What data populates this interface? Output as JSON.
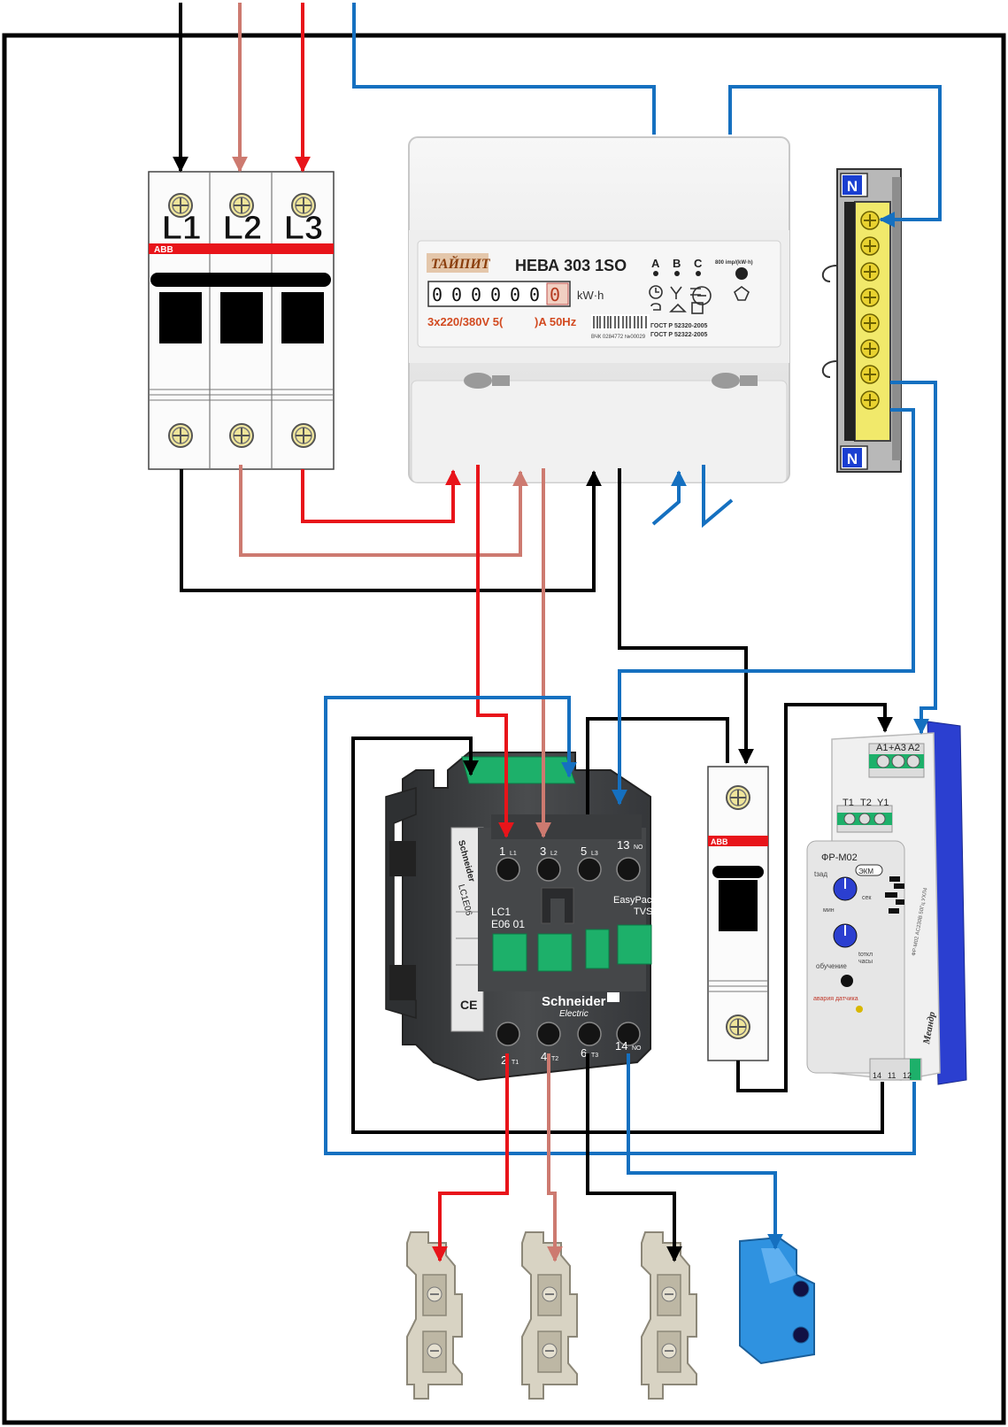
{
  "breaker3p": {
    "brand": "ABB",
    "labels": [
      "L1",
      "L2",
      "L3"
    ]
  },
  "meter": {
    "logo": "ТАЙПИТ",
    "model": "НЕВА 303 1SO",
    "digits": [
      "0",
      "0",
      "0",
      "0",
      "0",
      "0",
      "0"
    ],
    "unit": "kW·h",
    "rating_left": "3x220/380V 5(",
    "rating_right": ")A 50Hz",
    "phases": [
      "A",
      "B",
      "C"
    ],
    "impulses": "800 imp/(kW·h)",
    "gost1": "ГОСТ Р 52320-2005",
    "gost2": "ГОСТ Р 52322-2005",
    "serial": "ВЧК 0284772 №00029"
  },
  "neutral_bus": {
    "top_label": "N",
    "bottom_label": "N"
  },
  "contactor": {
    "top_terminals": [
      {
        "num": "1",
        "sub": "L1"
      },
      {
        "num": "3",
        "sub": "L2"
      },
      {
        "num": "5",
        "sub": "L3"
      },
      {
        "num": "13",
        "sub": "NO"
      }
    ],
    "bottom_terminals": [
      {
        "num": "2",
        "sub": "T1"
      },
      {
        "num": "4",
        "sub": "T2"
      },
      {
        "num": "6",
        "sub": "T3"
      },
      {
        "num": "14",
        "sub": "NO"
      }
    ],
    "model_line1": "LC1",
    "model_line2": "E06 01",
    "series_line1": "EasyPact",
    "series_line2": "TVS",
    "brand": "Schneider",
    "brand_sub": "Electric",
    "side_brand": "Schneider",
    "side_model": "LC1E06"
  },
  "breaker1p": {
    "brand": "ABB"
  },
  "relay": {
    "top_terminals": [
      "A1",
      "+A3",
      "A2"
    ],
    "sensor_terminals": [
      "T1",
      "T2",
      "Y1"
    ],
    "bottom_terminals": [
      "14",
      "11",
      "12"
    ],
    "model": "ФР-М02",
    "brand_badge": "ЭКМ",
    "knob1_label": "tзад",
    "knob1_units_a": "мин",
    "knob1_units_b": "сек",
    "knob2_label": "tоткл",
    "knob2_units": "часы",
    "learn_label": "обучение",
    "alarm_label": "авария датчика",
    "side_brand": "Меандр",
    "side_text": "ФР-М02 AC230В 50Гц УХЛ4"
  },
  "colors": {
    "L1": "#e8141a",
    "L2": "#cd7a70",
    "L3": "#000000",
    "N": "#1570c0",
    "device_white": "#f4f4f4",
    "contactor_body": "#3c3e40",
    "contactor_green": "#1db06a",
    "relay_blue": "#2b3fd0"
  }
}
